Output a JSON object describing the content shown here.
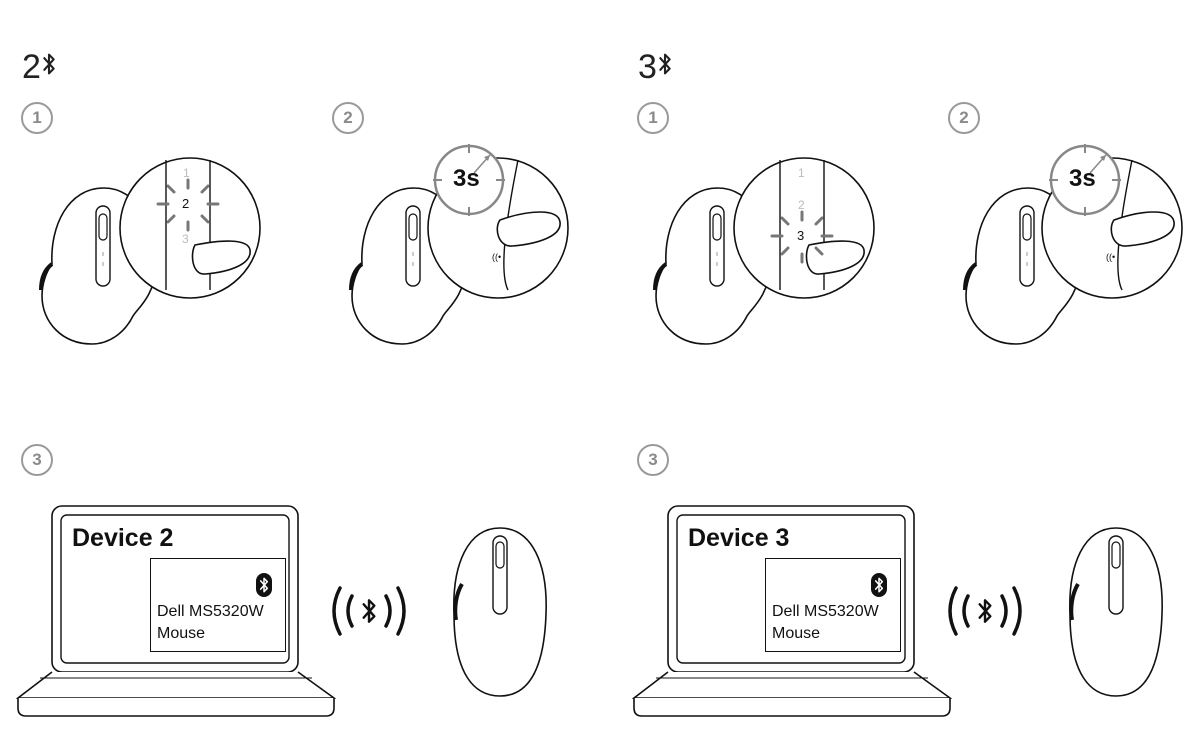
{
  "sections": [
    {
      "title": "2",
      "steps": [
        "1",
        "2",
        "3"
      ],
      "timer": "3s",
      "channels": [
        "1",
        "2",
        "3"
      ],
      "device_title": "Device 2",
      "device_name_line1": "Dell MS5320W",
      "device_name_line2": "Mouse"
    },
    {
      "title": "3",
      "steps": [
        "1",
        "2",
        "3"
      ],
      "timer": "3s",
      "channels": [
        "1",
        "2",
        "3"
      ],
      "device_title": "Device 3",
      "device_name_line1": "Dell MS5320W",
      "device_name_line2": "Mouse"
    }
  ],
  "icons": {
    "bluetooth": "bluetooth-icon",
    "wireless": "wireless-signal-icon",
    "timer": "stopwatch-icon",
    "pair": "pair-button-icon"
  }
}
